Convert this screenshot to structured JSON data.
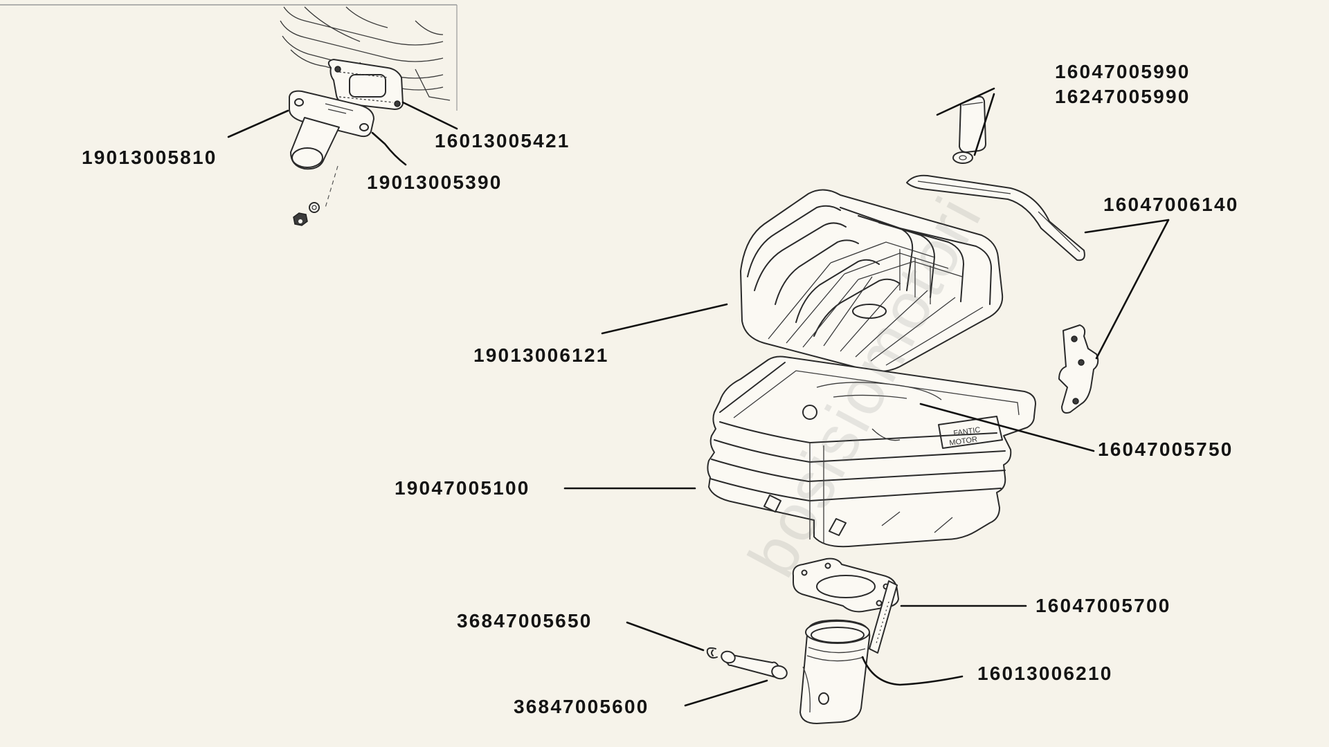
{
  "watermark": "bosisiomotori",
  "parts": [
    {
      "id": "p1",
      "code": "16047005990"
    },
    {
      "id": "p2",
      "code": "16247005990"
    },
    {
      "id": "p3",
      "code": "19013005810"
    },
    {
      "id": "p4",
      "code": "16013005421"
    },
    {
      "id": "p5",
      "code": "19013005390"
    },
    {
      "id": "p6",
      "code": "16047006140"
    },
    {
      "id": "p7",
      "code": "19013006121"
    },
    {
      "id": "p8",
      "code": "16047005750"
    },
    {
      "id": "p9",
      "code": "19047005100"
    },
    {
      "id": "p10",
      "code": "16047005700"
    },
    {
      "id": "p11",
      "code": "36847005650"
    },
    {
      "id": "p12",
      "code": "16013006210"
    },
    {
      "id": "p13",
      "code": "36847005600"
    }
  ],
  "stamp": {
    "line1": "FANTIC",
    "line2": "MOTOR"
  }
}
